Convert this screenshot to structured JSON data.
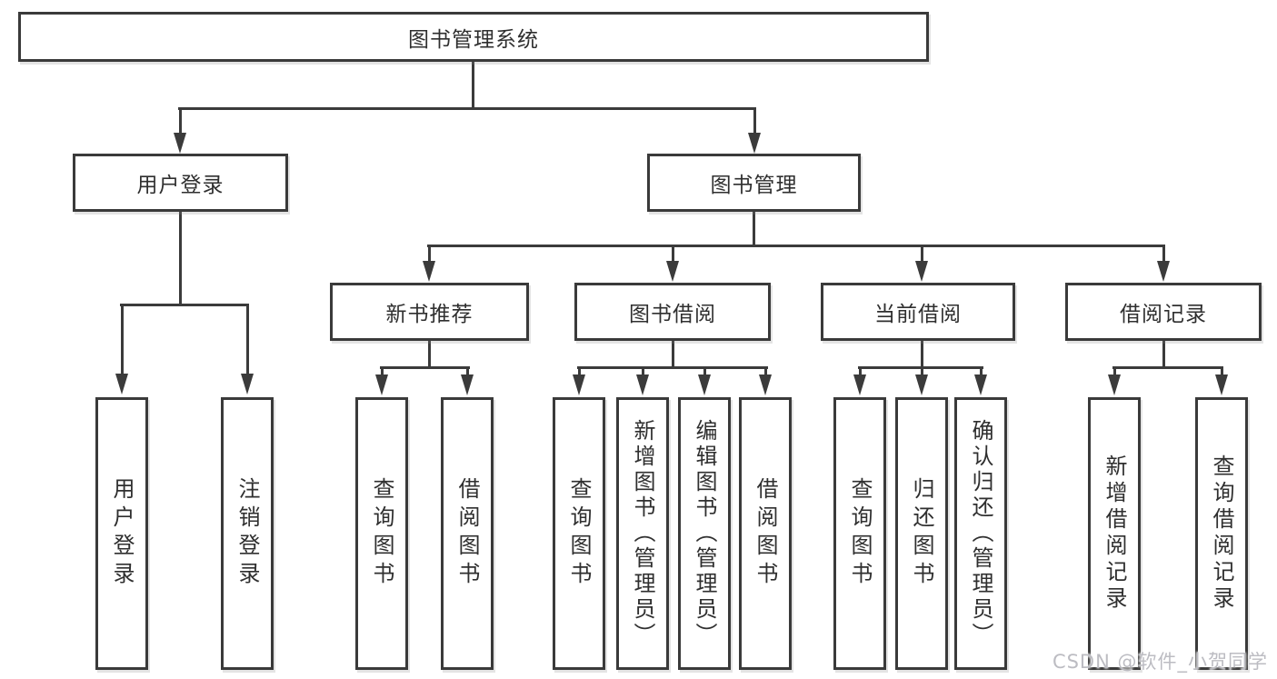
{
  "diagram": {
    "type": "hierarchy-tree",
    "colors": {
      "background": "#ffffff",
      "line": "#3b3b3b",
      "box_border": "#3a3a3a",
      "text": "#2f2f2f",
      "watermark": "#bcbcc2"
    }
  },
  "nodes": {
    "root": {
      "label": "图书管理系统"
    },
    "login": {
      "label": "用户登录"
    },
    "book_mgmt": {
      "label": "图书管理"
    },
    "new_rec": {
      "label": "新书推荐"
    },
    "borrow": {
      "label": "图书借阅"
    },
    "current": {
      "label": "当前借阅"
    },
    "records": {
      "label": "借阅记录"
    },
    "login_user": {
      "label": "用户登录"
    },
    "login_logout": {
      "label": "注销登录"
    },
    "rec_query": {
      "label": "查询图书"
    },
    "rec_borrow": {
      "label": "借阅图书"
    },
    "borrow_query": {
      "label": "查询图书"
    },
    "borrow_add": {
      "label": "新增图书（管理员）"
    },
    "borrow_edit": {
      "label": "编辑图书（管理员）"
    },
    "borrow_do": {
      "label": "借阅图书"
    },
    "current_query": {
      "label": "查询图书"
    },
    "current_return": {
      "label": "归还图书"
    },
    "current_confirm": {
      "label": "确认归还（管理员）"
    },
    "records_add": {
      "label": "新增借阅记录"
    },
    "records_query": {
      "label": "查询借阅记录"
    }
  },
  "hierarchy": {
    "root": [
      "login",
      "book_mgmt"
    ],
    "login": [
      "login_user",
      "login_logout"
    ],
    "book_mgmt": [
      "new_rec",
      "borrow",
      "current",
      "records"
    ],
    "new_rec": [
      "rec_query",
      "rec_borrow"
    ],
    "borrow": [
      "borrow_query",
      "borrow_add",
      "borrow_edit",
      "borrow_do"
    ],
    "current": [
      "current_query",
      "current_return",
      "current_confirm"
    ],
    "records": [
      "records_add",
      "records_query"
    ]
  },
  "watermark": {
    "text": "CSDN @软件_小贺同学"
  }
}
